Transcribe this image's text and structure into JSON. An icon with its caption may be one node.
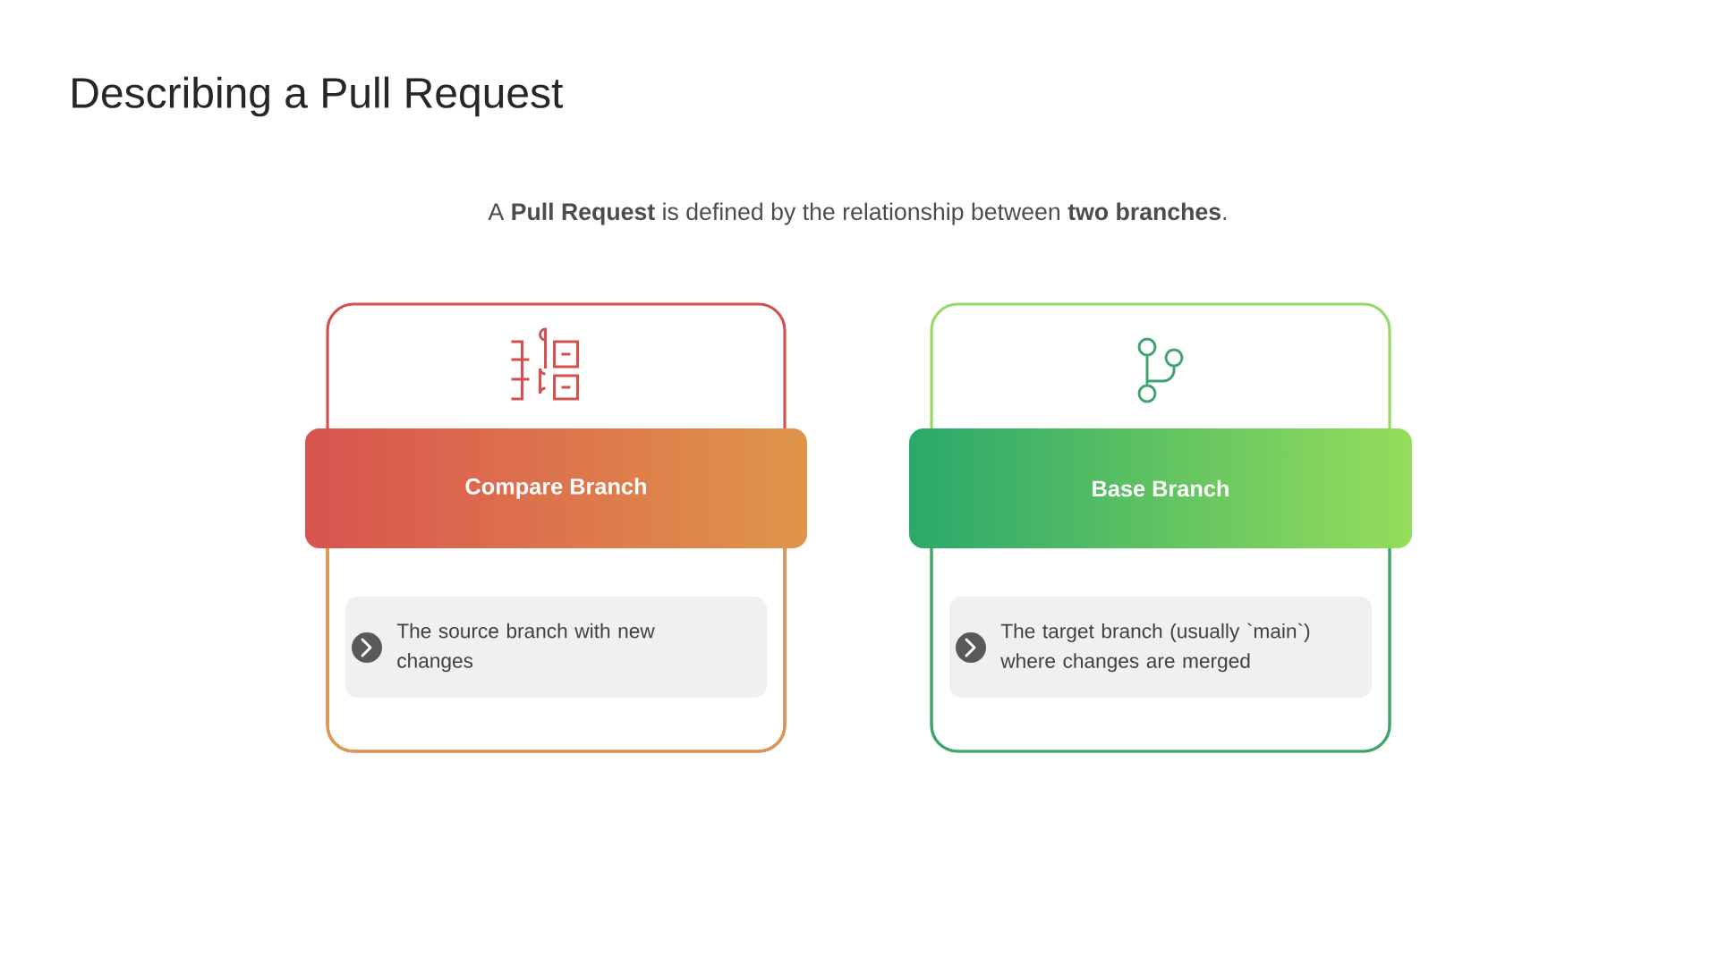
{
  "diagram": {
    "title": "Describing a Pull Request",
    "nodes": [
      {
        "text": [],
        "shape": "box"
      },
      {
        "text": [
          "Compare Branch"
        ],
        "in": 0
      },
      {
        "text": [
          "The source branch with new changes"
        ],
        "in": 0
      },
      {
        "text": [],
        "shape": "box"
      },
      {
        "text": [
          "Base Branch"
        ],
        "in": 3
      },
      {
        "text": [
          "The target branch (usually `main`) where changes are merged"
        ],
        "in": 3
      }
    ],
    "labels": [
      "A **Pull Request** is defined by the relationship between **two branches**."
    ]
  }
}
